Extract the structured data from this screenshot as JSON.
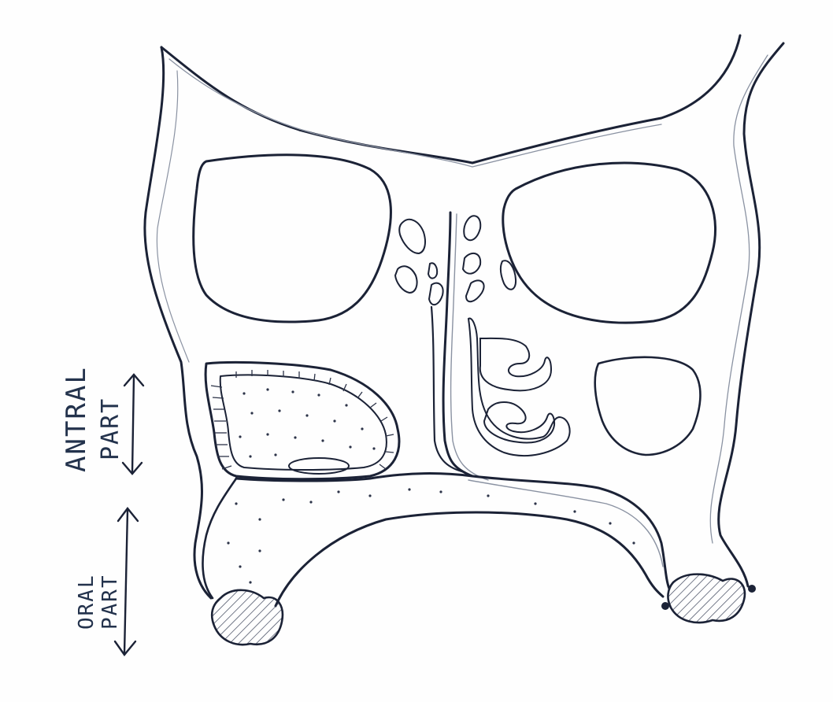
{
  "labels": {
    "antral_line1": "ANTRAL",
    "antral_line2": "PART",
    "oral_line1": "ORAL",
    "oral_line2": "PART"
  },
  "colors": {
    "ink": "#1b2236",
    "pencil": "#7f8898",
    "paper": "#fefefe"
  }
}
